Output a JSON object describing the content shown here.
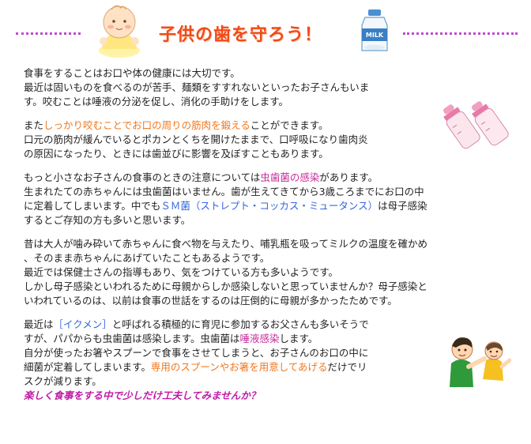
{
  "header": {
    "title": "子供の歯を守ろう！"
  },
  "icons": {
    "baby": "baby-illustration-icon",
    "milk": "milk-bottle-icon",
    "bottles": "baby-bottles-icon",
    "parent": "parent-child-icon"
  },
  "colors": {
    "title": "#f04a1a",
    "dots": "#c04ad0",
    "highlight_orange": "#f0781e",
    "highlight_magenta": "#c8289a",
    "highlight_blue": "#3466e0",
    "closing": "#c01aa8"
  },
  "paragraphs": {
    "p1": {
      "l1": "食事をすることはお口や体の健康には大切です。",
      "l2": "最近は固いものを食べるのが苦手、麺類をすすれないといったお子さんもいま",
      "l3": "す。咬むことは唾液の分泌を促し、消化の手助けをします。"
    },
    "p2": {
      "l1_pre": "また",
      "l1_hl": "しっかり咬むことでお口の周りの筋肉を鍛える",
      "l1_post": "ことができます。",
      "l2": "口元の筋肉が緩んでいるとポカンとくちを開けたままで、口呼吸になり歯肉炎",
      "l3": "の原因になったり、ときには歯並びに影響を及ぼすこともあります。"
    },
    "p3": {
      "l1_pre": "もっと小さなお子さんの食事のときの注意については",
      "l1_hl": "虫歯菌の感染",
      "l1_post": "があります。",
      "l2": "生まれたての赤ちゃんには虫歯菌はいません。歯が生えてきてから3歳ころまでにお口の中",
      "l3_pre": "に定着してしまいます。中でも",
      "l3_hl": "ＳＭ菌（ストレプト・コッカス・ミュータンス）",
      "l3_post": "は母子感染",
      "l4": "するとご存知の方も多いと思います。"
    },
    "p4": {
      "l1": "昔は大人が噛み砕いて赤ちゃんに食べ物を与えたり、哺乳瓶を吸ってミルクの温度を確かめ",
      "l2": "、そのまま赤ちゃんにあげていたこともあるようです。",
      "l3": "最近では保健士さんの指導もあり、気をつけている方も多いようです。",
      "l4": "しかし母子感染といわれるために母親からしか感染しないと思っていませんか？母子感染と",
      "l5": "いわれているのは、以前は食事の世話をするのは圧倒的に母親が多かったためです。"
    },
    "p5": {
      "l1_pre": "最近は",
      "l1_hl": "［イクメン］",
      "l1_post": "と呼ばれる積極的に育児に参加するお父さんも多いそうで",
      "l2_pre": "すが、パパからも虫歯菌は感染します。虫歯菌は",
      "l2_hl": "唾液感染",
      "l2_post": "します。",
      "l3": "自分が使ったお箸やスプーンで食事をさせてしまうと、お子さんのお口の中に",
      "l4_pre": "細菌が定着してしまいます。",
      "l4_hl": "専用のスプーンやお箸を用意してあげる",
      "l4_post": "だけでリ",
      "l5": "スクが減ります。",
      "closing": "楽しく食事をする中で少しだけ工夫してみませんか？"
    }
  }
}
